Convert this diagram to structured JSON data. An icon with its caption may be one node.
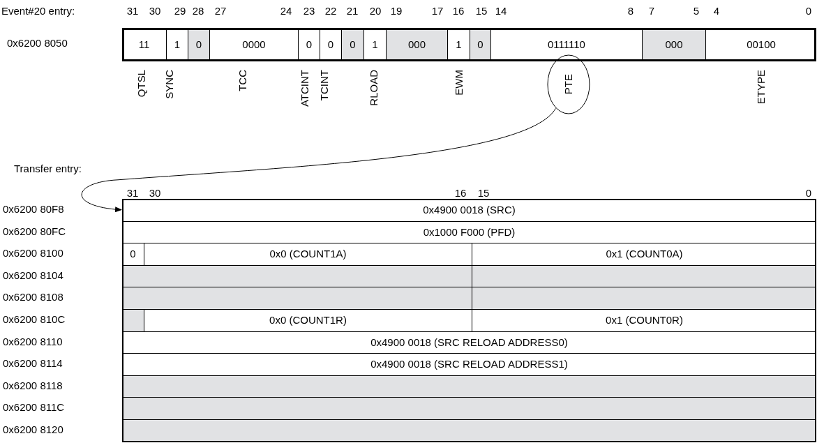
{
  "diagram": {
    "nodes": [
      {
        "text": [
          "11"
        ]
      },
      {
        "text": [
          "1"
        ]
      },
      {
        "text": [
          "0"
        ]
      },
      {
        "text": [
          "0000"
        ]
      },
      {
        "text": [
          "0"
        ]
      },
      {
        "text": [
          "0"
        ]
      },
      {
        "text": [
          "0"
        ]
      },
      {
        "text": [
          "1"
        ]
      },
      {
        "text": [
          "000"
        ]
      },
      {
        "text": [
          "1"
        ]
      },
      {
        "text": [
          "0"
        ]
      },
      {
        "text": [
          "0111110"
        ]
      },
      {
        "text": [
          "000"
        ]
      },
      {
        "text": [
          "00100"
        ]
      },
      {
        "text": [
          "PTE"
        ]
      },
      {
        "text": [
          "0x4900 0018 (SRC)"
        ]
      },
      {
        "text": [
          "0x1000 F000 (PFD)"
        ]
      },
      {
        "text": [
          "0"
        ]
      },
      {
        "text": [
          "0x0 (COUNT1A)"
        ]
      },
      {
        "text": [
          "0x1 (COUNT0A)"
        ]
      },
      {
        "text": [],
        "shape": "box"
      },
      {
        "text": [],
        "shape": "box"
      },
      {
        "text": [],
        "shape": "box"
      },
      {
        "text": [],
        "shape": "box"
      },
      {
        "text": [],
        "shape": "box"
      },
      {
        "text": [
          "0x0 (COUNT1R)"
        ]
      },
      {
        "text": [
          "0x1 (COUNT0R)"
        ]
      },
      {
        "text": [
          "0x4900 0018 (SRC RELOAD ADDRESS0)"
        ]
      },
      {
        "text": [
          "0x4900 0018 (SRC RELOAD ADDRESS1)"
        ]
      },
      {
        "text": [],
        "shape": "box"
      },
      {
        "text": [],
        "shape": "box"
      },
      {
        "text": [],
        "shape": "box"
      }
    ],
    "edges": [
      {
        "from": 14,
        "to": 15,
        "arrow": "to"
      }
    ],
    "labels": [
      "Event#20 entry:",
      "31",
      "30",
      "29",
      "28",
      "27",
      "24",
      "23",
      "22",
      "21",
      "20",
      "19",
      "17",
      "16",
      "15",
      "14",
      "8",
      "7",
      "5",
      "4",
      "0",
      "0x6200 8050",
      "QTSL",
      "SYNC",
      "TCC",
      "ATCINT",
      "TCINT",
      "RLOAD",
      "EWM",
      "ETYPE",
      "Transfer entry:",
      "31",
      "30",
      "16",
      "15",
      "0",
      "0x6200 80F8",
      "0x6200 80FC",
      "0x6200 8100",
      "0x6200 8104",
      "0x6200 8108",
      "0x6200 810C",
      "0x6200 8110",
      "0x6200 8114",
      "0x6200 8118",
      "0x6200 811C",
      "0x6200 8120"
    ]
  }
}
